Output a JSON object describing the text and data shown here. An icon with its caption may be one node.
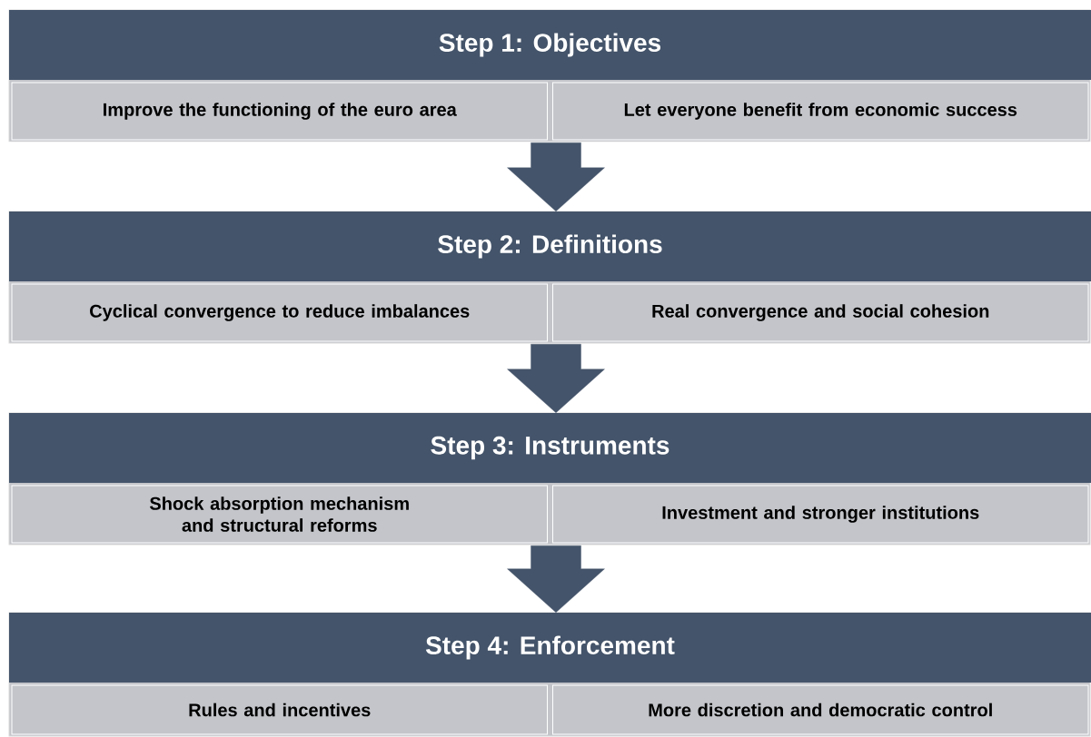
{
  "diagram": {
    "nodes": [
      {
        "text": [
          "Step 1: Objectives"
        ]
      },
      {
        "text": [
          "Improve the functioning of the euro area"
        ],
        "in": 0
      },
      {
        "text": [
          "Let everyone benefit from economic success"
        ],
        "in": 0
      },
      {
        "text": [
          "Step 2: Definitions"
        ]
      },
      {
        "text": [
          "Cyclical convergence to reduce imbalances"
        ],
        "in": 3
      },
      {
        "text": [
          "Real convergence and social cohesion"
        ],
        "in": 3
      },
      {
        "text": [
          "Step 3: Instruments"
        ]
      },
      {
        "text": [
          "Shock absorption mechanism and structural reforms"
        ],
        "in": 6
      },
      {
        "text": [
          "Investment and stronger institutions"
        ],
        "in": 6
      },
      {
        "text": [
          "Step 4: Enforcement"
        ]
      },
      {
        "text": [
          "Rules and incentives"
        ],
        "in": 9
      },
      {
        "text": [
          "More discretion and democratic control"
        ],
        "in": 9
      }
    ],
    "edges": [
      {
        "from": 0,
        "to": 3,
        "arrow": "to"
      },
      {
        "from": 3,
        "to": 6,
        "arrow": "to"
      },
      {
        "from": 6,
        "to": 9,
        "arrow": "to"
      }
    ]
  }
}
